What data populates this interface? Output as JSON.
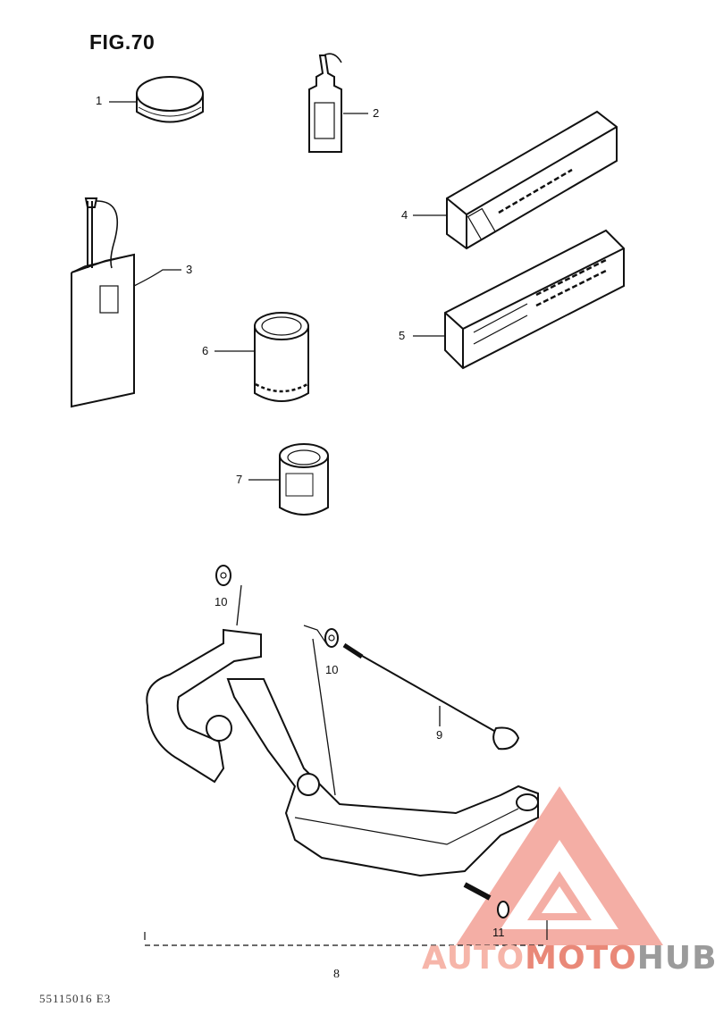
{
  "figure": {
    "title": "FIG.70"
  },
  "callouts": [
    "1",
    "2",
    "3",
    "4",
    "5",
    "6",
    "7",
    "8",
    "9",
    "10",
    "10",
    "11"
  ],
  "footer": {
    "page_number": "8",
    "doc_code": "55115016 E3"
  },
  "watermark": {
    "part1": "AUTO",
    "part2": "MOTO",
    "part3": "HUB",
    "colors": {
      "light": "#f6b5a9",
      "mid": "#e98878",
      "gray": "#9b9b9b"
    }
  }
}
